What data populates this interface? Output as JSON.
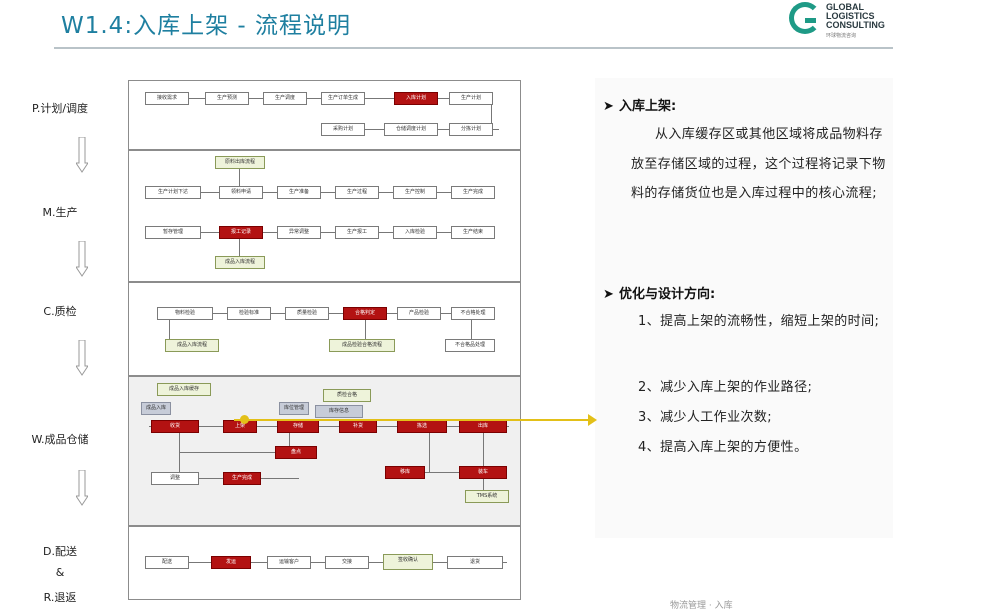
{
  "header": {
    "title": "W1.4:入库上架 - 流程说明",
    "logo_lines": [
      "GLOBAL",
      "LOGISTICS",
      "CONSULTING"
    ],
    "logo_sub": "环球物流咨询"
  },
  "stages": {
    "plan": "P.计划/调度",
    "make": "M.生产",
    "check": "C.质检",
    "warehouse": "W.成品仓储",
    "deliver": "D.配送",
    "amp": "&",
    "return": "R.退返"
  },
  "right": {
    "putaway_heading": "入库上架:",
    "putaway_desc": "从入库缓存区或其他区域将成品物料存放至存储区域的过程，这个过程将记录下物料的存储货位也是入库过程中的核心流程;",
    "opt_heading": "优化与设计方向:",
    "opt_items": [
      "1、提高上架的流畅性，缩短上架的时间;",
      "2、减少入库上架的作业路径;",
      "3、减少人工作业次数;",
      "4、提高入库上架的方便性。"
    ]
  },
  "colors": {
    "title": "#1e7fa0",
    "highlight": "#b31212",
    "pointer": "#e3c018",
    "logo": "#1e9a86"
  },
  "flow": {
    "lane1": [
      {
        "t": "接收需求"
      },
      {
        "t": "生产预测"
      },
      {
        "t": "生产调度"
      },
      {
        "t": "生产订单生成"
      },
      {
        "t": "入库计划",
        "red": true
      },
      {
        "t": "生产计划"
      },
      {
        "t": "采购计划"
      },
      {
        "t": "仓储调度计划"
      },
      {
        "t": "分拣计划"
      }
    ],
    "lane2": [
      {
        "t": "原料出库流程",
        "note": true
      },
      {
        "t": "生产计划下达"
      },
      {
        "t": "领料申请"
      },
      {
        "t": "生产准备"
      },
      {
        "t": "生产过程"
      },
      {
        "t": "生产控制"
      },
      {
        "t": "生产完成"
      },
      {
        "t": "暂存管理"
      },
      {
        "t": "报工记录",
        "red": true
      },
      {
        "t": "异常调整"
      },
      {
        "t": "生产报工"
      },
      {
        "t": "入库检验"
      },
      {
        "t": "生产结束"
      },
      {
        "t": "成品入库流程",
        "note": true
      }
    ],
    "lane3": [
      {
        "t": "物料检验"
      },
      {
        "t": "检验标准"
      },
      {
        "t": "质量检验"
      },
      {
        "t": "合格判定",
        "red": true
      },
      {
        "t": "产品检验"
      },
      {
        "t": "不合格处理"
      },
      {
        "t": "成品入库流程",
        "note": true
      },
      {
        "t": "成品检验合格流程",
        "note": true
      },
      {
        "t": "不合格品处理"
      }
    ],
    "lane4": [
      {
        "t": "成品入库",
        "tag": true
      },
      {
        "t": "成品入库缓存",
        "note": true
      },
      {
        "t": "质检合格",
        "note": true
      },
      {
        "t": "收货",
        "red": true
      },
      {
        "t": "上架",
        "red": true
      },
      {
        "t": "存储",
        "red": true
      },
      {
        "t": "补货",
        "red": true
      },
      {
        "t": "拣选",
        "red": true
      },
      {
        "t": "出库",
        "red": true
      },
      {
        "t": "盘点",
        "red": true
      },
      {
        "t": "调整"
      },
      {
        "t": "生产完成",
        "red": true
      },
      {
        "t": "移库",
        "red": true
      },
      {
        "t": "装车",
        "red": true
      },
      {
        "t": "库位管理",
        "tag": true
      },
      {
        "t": "库存信息",
        "tag": true
      },
      {
        "t": "TMS系统",
        "note": true
      }
    ],
    "lane5": [
      {
        "t": "配送"
      },
      {
        "t": "发运",
        "red": true
      },
      {
        "t": "运输客户"
      },
      {
        "t": "交接"
      },
      {
        "t": "签收确认",
        "note": true
      },
      {
        "t": "退货"
      }
    ]
  },
  "footer_fragment": "物流管理 · 入库"
}
